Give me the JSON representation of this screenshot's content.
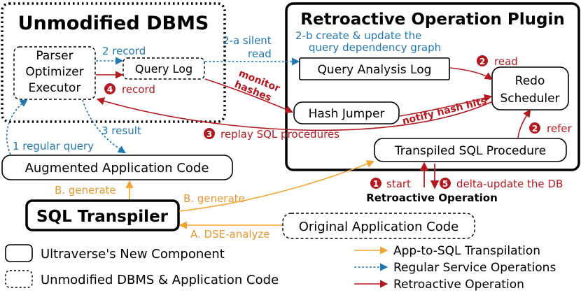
{
  "colors": {
    "transpilation": "#f2a531",
    "regular": "#1f77b4",
    "retroactive": "#b5181e"
  },
  "boxes": {
    "unmodified_dbms": "Unmodified DBMS",
    "parser": "Parser",
    "optimizer": "Optimizer",
    "executor": "Executor",
    "query_log": "Query Log",
    "plugin": "Retroactive Operation Plugin",
    "query_analysis_log": "Query Analysis Log",
    "redo_scheduler_1": "Redo",
    "redo_scheduler_2": "Scheduler",
    "hash_jumper": "Hash Jumper",
    "transpiled_sql": "Transpiled SQL Procedure",
    "augmented_app": "Augmented Application Code",
    "sql_transpiler": "SQL Transpiler",
    "original_app": "Original Application Code",
    "retroactive_operation": "Retroactive Operation"
  },
  "edges": {
    "record_2": "2 record",
    "record_4": "record",
    "silent_read_1": "2-a silent",
    "silent_read_2": "read",
    "create_update_1": "2-b create & update the",
    "create_update_2": "query dependency graph",
    "read": "read",
    "monitor_1": "monitor",
    "monitor_2": "hashes",
    "notify": "notify hash hits",
    "replay": "replay SQL procedures",
    "refer": "refer",
    "result": "3 result",
    "regular_query": "1 regular query",
    "b_generate_left": "B. generate",
    "b_generate_right": "B. generate",
    "dse_analyze": "A. DSE-analyze",
    "start": "start",
    "delta_update": "delta-update the DB"
  },
  "step_numbers": {
    "n1": "1",
    "n2a": "2",
    "n2b": "2",
    "n3": "3",
    "n4": "4",
    "n5": "5"
  },
  "legend": {
    "new_component": "Ultraverse's New Component",
    "unmodified": "Unmodified DBMS & Application Code",
    "transpilation": "App-to-SQL Transpilation",
    "regular": "Regular Service Operations",
    "retroactive": "Retroactive Operation"
  }
}
